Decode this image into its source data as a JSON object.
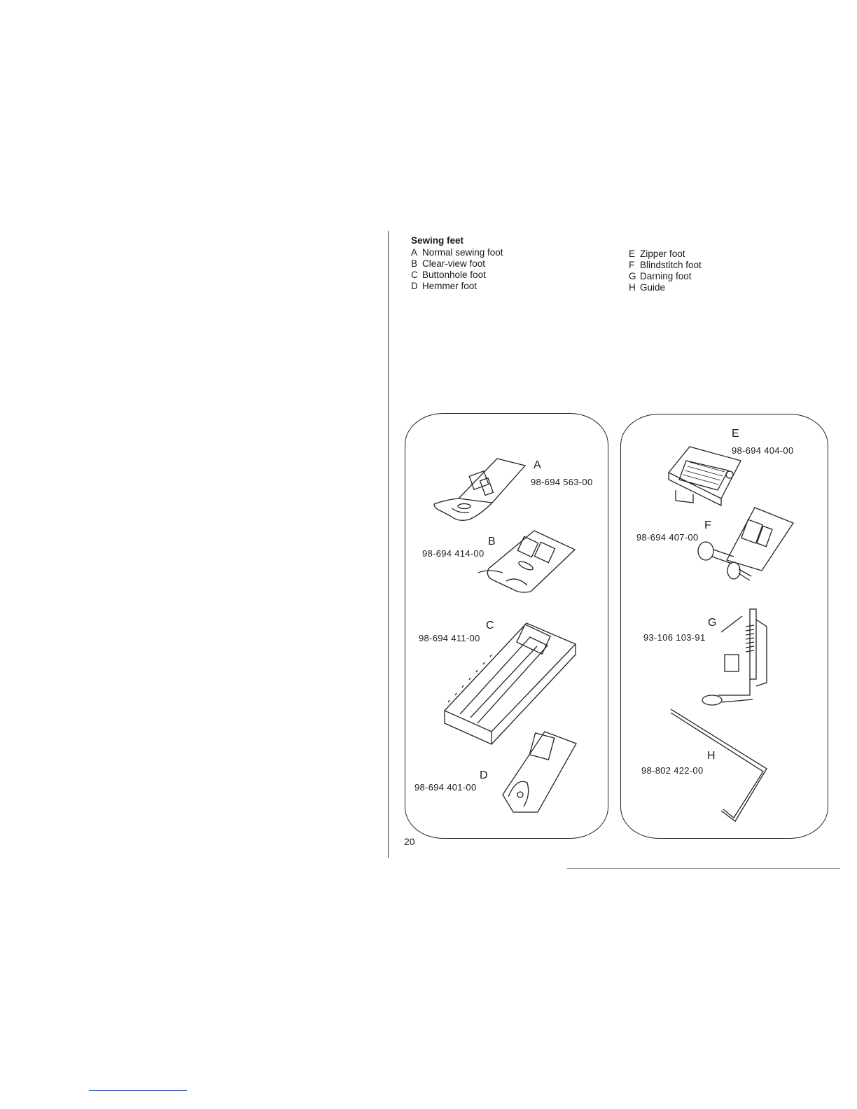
{
  "title": "Sewing feet",
  "feet_left": [
    {
      "letter": "A",
      "name": "Normal sewing foot"
    },
    {
      "letter": "B",
      "name": "Clear-view foot"
    },
    {
      "letter": "C",
      "name": "Buttonhole foot"
    },
    {
      "letter": "D",
      "name": "Hemmer foot"
    }
  ],
  "feet_right": [
    {
      "letter": "E",
      "name": "Zipper foot"
    },
    {
      "letter": "F",
      "name": "Blindstitch foot"
    },
    {
      "letter": "G",
      "name": "Darning foot"
    },
    {
      "letter": "H",
      "name": "Guide"
    }
  ],
  "parts": {
    "A": {
      "letter": "A",
      "number": "98-694 563-00"
    },
    "B": {
      "letter": "B",
      "number": "98-694 414-00"
    },
    "C": {
      "letter": "C",
      "number": "98-694 411-00"
    },
    "D": {
      "letter": "D",
      "number": "98-694 401-00"
    },
    "E": {
      "letter": "E",
      "number": "98-694 404-00"
    },
    "F": {
      "letter": "F",
      "number": "98-694 407-00"
    },
    "G": {
      "letter": "G",
      "number": "93-106 103-91"
    },
    "H": {
      "letter": "H",
      "number": "98-802 422-00"
    }
  },
  "page_number": "20"
}
